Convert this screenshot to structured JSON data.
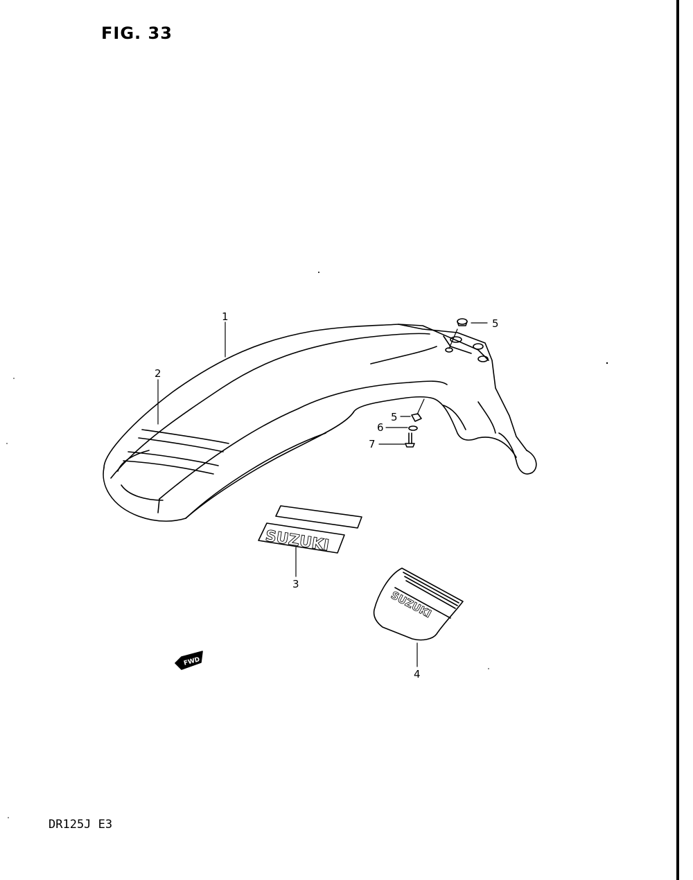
{
  "figure": {
    "title": "FIG. 33",
    "model_code": "DR125J  E3"
  },
  "parts": [
    {
      "callout": "1",
      "description": "rear fender"
    },
    {
      "callout": "2",
      "description": "fender stripe"
    },
    {
      "callout": "3",
      "description": "SUZUKI emblem decal"
    },
    {
      "callout": "4",
      "description": "mud flap with SUZUKI logo"
    },
    {
      "callout": "5",
      "description": "nut"
    },
    {
      "callout": "6",
      "description": "washer"
    },
    {
      "callout": "7",
      "description": "bolt"
    }
  ],
  "decals": {
    "emblem_text": "SUZUKI",
    "flap_text": "SUZUKI",
    "direction_marker": "FWD"
  },
  "callouts": {
    "c1": "1",
    "c2": "2",
    "c3": "3",
    "c4": "4",
    "c5a": "5",
    "c5b": "5",
    "c6": "6",
    "c7": "7"
  }
}
